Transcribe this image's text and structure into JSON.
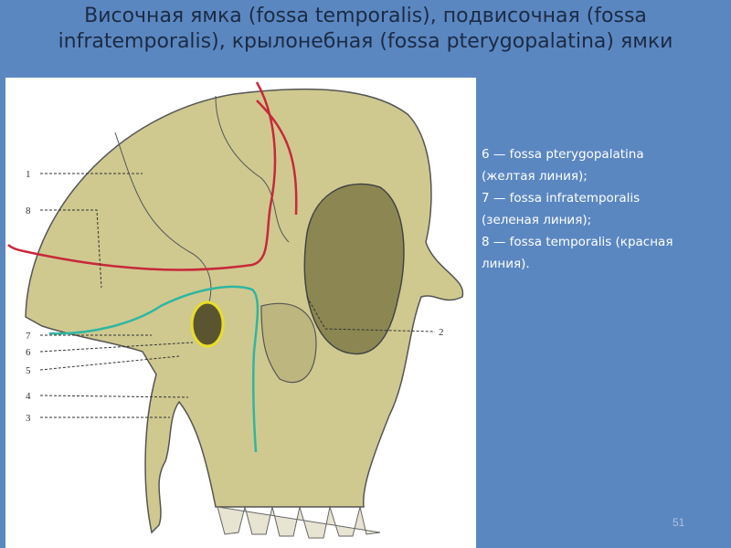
{
  "slide": {
    "title": "Височная ямка (fossa temporalis), подвисочная (fossa infratemporalis), крылонебная (fossa pterygopalatina) ямки",
    "page_number": "51"
  },
  "figure": {
    "labels": [
      "1",
      "8",
      "7",
      "6",
      "5",
      "4",
      "3",
      "2"
    ],
    "line_colors": {
      "temporalis": "#c8283a",
      "infratemporalis": "#2fb6a0",
      "pterygopalatina": "#e8de2a"
    }
  },
  "caption": {
    "lines": [
      "6 — fossa pterygopalatina",
      "(желтая линия);",
      "7 — fossa infratemporalis",
      "(зеленая линия);",
      "8 — fossa temporalis (красная",
      "линия)."
    ]
  }
}
